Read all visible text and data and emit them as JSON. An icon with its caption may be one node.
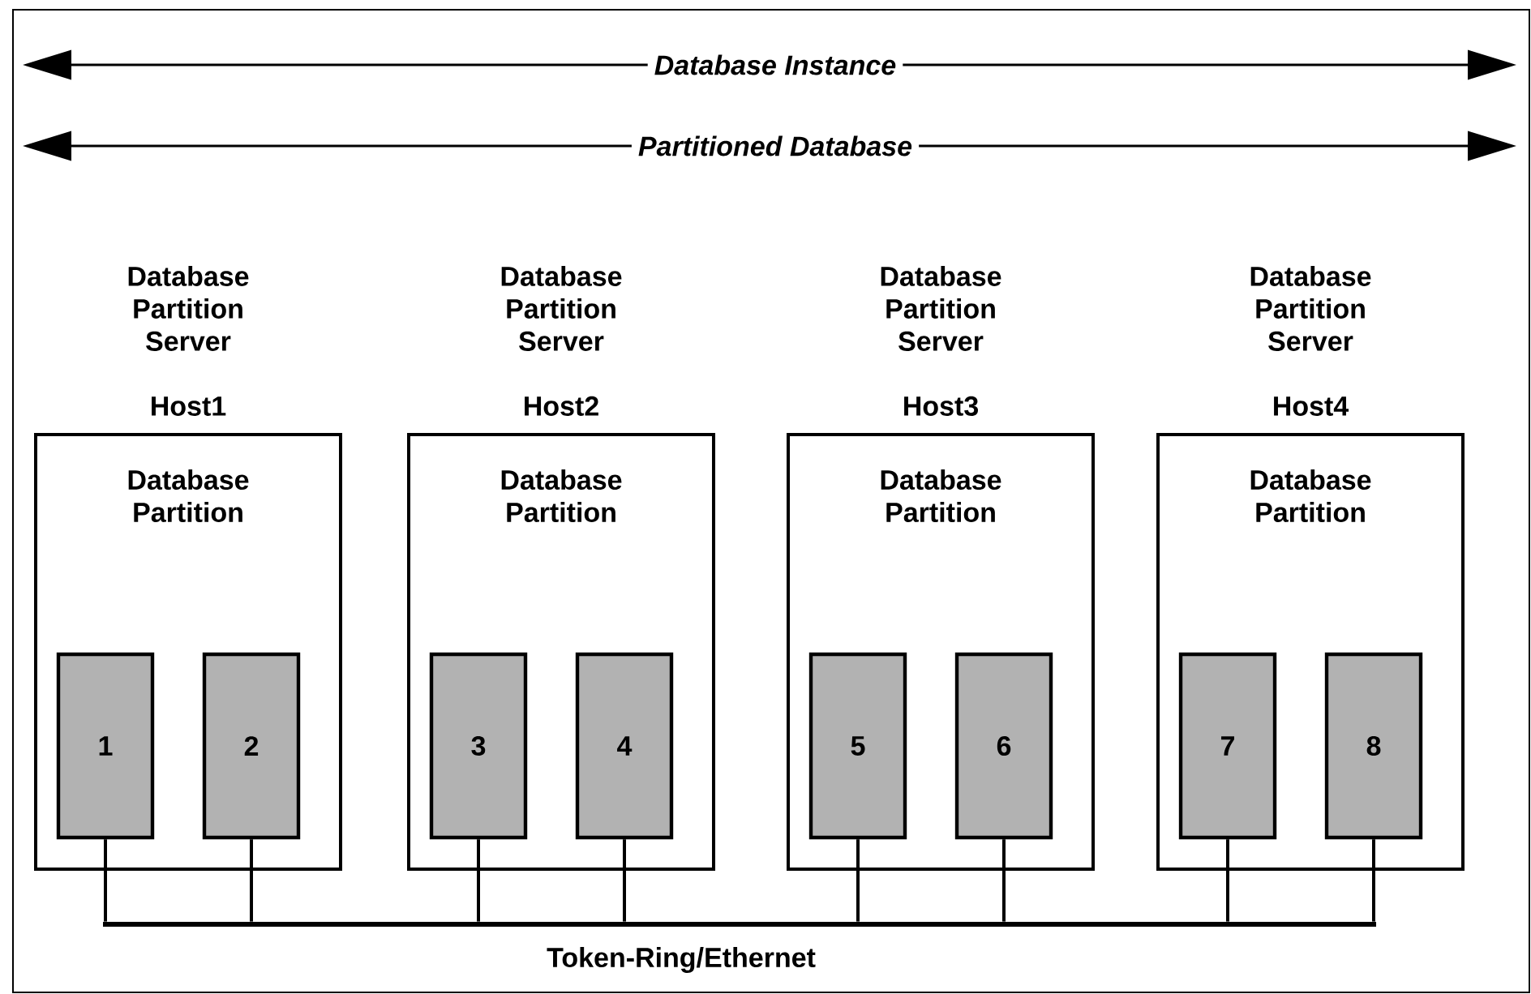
{
  "diagram": {
    "nodes": [
      {
        "text": [
          "Host1",
          "Database Partition"
        ],
        "beside": [
          "Database Partition Server"
        ]
      },
      {
        "text": [
          "Host2",
          "Database Partition"
        ],
        "beside": [
          "Database Partition Server"
        ]
      },
      {
        "text": [
          "Host3",
          "Database Partition"
        ],
        "beside": [
          "Database Partition Server"
        ]
      },
      {
        "text": [
          "Host4",
          "Database Partition"
        ],
        "beside": [
          "Database Partition Server"
        ]
      },
      {
        "text": [
          "1"
        ],
        "in": 0
      },
      {
        "text": [
          "2"
        ],
        "in": 0
      },
      {
        "text": [
          "3"
        ],
        "in": 1
      },
      {
        "text": [
          "4"
        ],
        "in": 1
      },
      {
        "text": [
          "5"
        ],
        "in": 2
      },
      {
        "text": [
          "6"
        ],
        "in": 2
      },
      {
        "text": [
          "7"
        ],
        "in": 3
      },
      {
        "text": [
          "8"
        ],
        "in": 3
      },
      {
        "text": [
          "Token-Ring/Ethernet"
        ]
      }
    ],
    "edges": [
      {
        "from": 4,
        "to": 12,
        "arrow": "none"
      },
      {
        "from": 5,
        "to": 12,
        "arrow": "none"
      },
      {
        "from": 6,
        "to": 12,
        "arrow": "none"
      },
      {
        "from": 7,
        "to": 12,
        "arrow": "none"
      },
      {
        "from": 8,
        "to": 12,
        "arrow": "none"
      },
      {
        "from": 9,
        "to": 12,
        "arrow": "none"
      },
      {
        "from": 10,
        "to": 12,
        "arrow": "none"
      },
      {
        "from": 11,
        "to": 12,
        "arrow": "none"
      }
    ],
    "labels": [
      "Database Instance",
      "Partitioned Database"
    ]
  }
}
